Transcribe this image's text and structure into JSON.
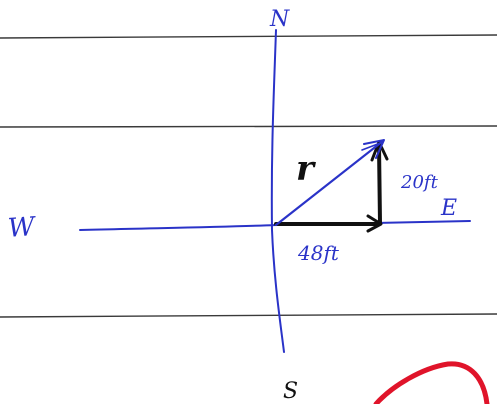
{
  "labels": {
    "north": "N",
    "south": "S",
    "west": "W",
    "east": "E",
    "resultant": "r",
    "horizontal": "48ft",
    "vertical": "20ft"
  },
  "colors": {
    "paper": "#ffffff",
    "ruled_line": "#3a3a3a",
    "axis_ink": "#2a33c8",
    "vector_ink": "#111111",
    "mark_ink": "#e0142a"
  },
  "vectors": {
    "horizontal_ft": 48,
    "vertical_ft": 20
  }
}
